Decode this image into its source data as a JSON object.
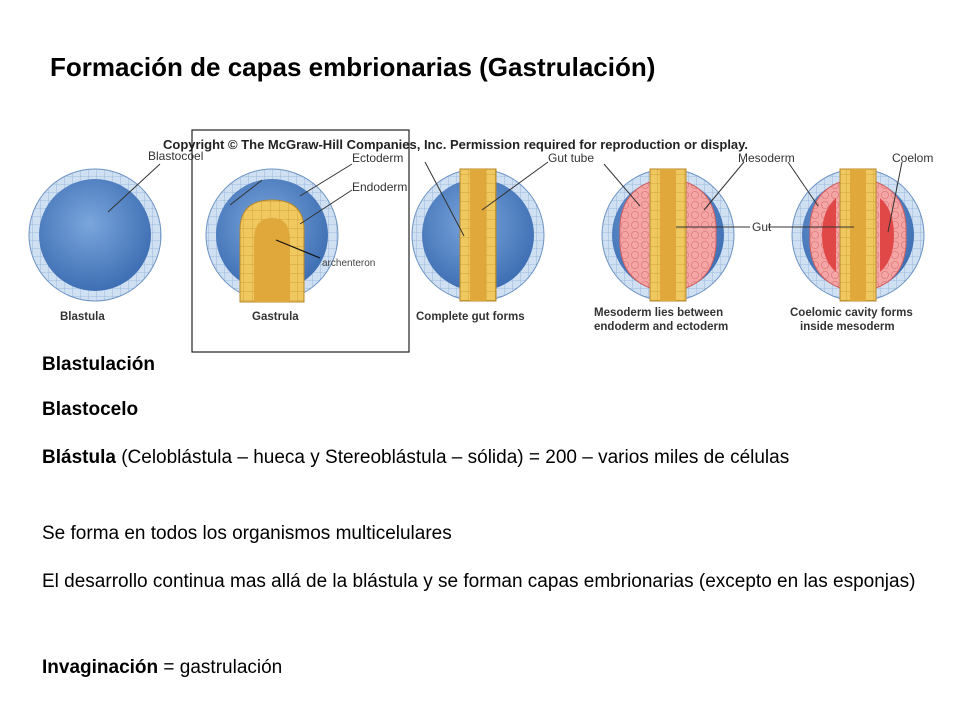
{
  "title": "Formación de capas embrionarias (Gastrulación)",
  "figure": {
    "copyright": "Copyright © The McGraw-Hill Companies, Inc. Permission required for reproduction or display.",
    "labels": {
      "blastocoel": "Blastocoel",
      "ectoderm": "Ectoderm",
      "endoderm": "Endoderm",
      "archenteron": "archenteron",
      "gut_tube": "Gut tube",
      "mesoderm": "Mesoderm",
      "coelom": "Coelom",
      "gut": "Gut"
    },
    "captions": {
      "blastula": "Blastula",
      "gastrula": "Gastrula",
      "complete_gut": "Complete gut forms",
      "mesoderm_1": "Mesoderm lies between",
      "mesoderm_2": "endoderm and ectoderm",
      "coelomic_1": "Coelomic cavity forms",
      "coelomic_2": "inside mesoderm"
    },
    "colors": {
      "blue": "#4a7cc0",
      "ectoderm": "#cfe0f2",
      "endoderm": "#f0c860",
      "mesoderm": "#f4a6a6",
      "coelom": "#e04848"
    }
  },
  "text": {
    "blastulacion": "Blastulación",
    "blastocelo": "Blastocelo",
    "blastula_bold": "Blástula",
    "blastula_rest": " (Celoblástula – hueca y Stereoblástula – sólida) = 200 – varios miles de células",
    "line_multicel": "Se forma en todos los organismos multicelulares",
    "line_desarrollo": "El desarrollo continua mas allá de la blástula y se forman capas embrionarias (excepto en las esponjas)",
    "invaginacion_bold": "Invaginación",
    "invaginacion_rest": " = gastrulación"
  }
}
